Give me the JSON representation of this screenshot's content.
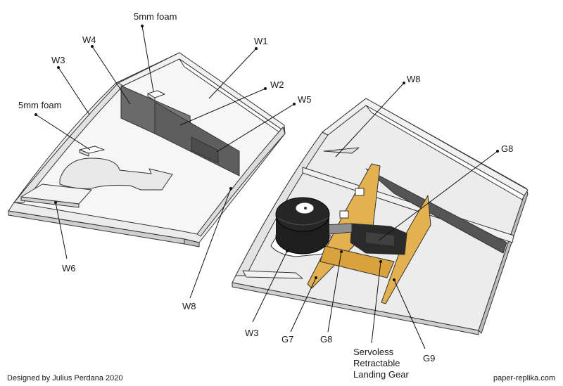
{
  "labels": {
    "foam_top": "5mm foam",
    "foam_left": "5mm foam",
    "w1": "W1",
    "w2": "W2",
    "w3_left": "W3",
    "w4": "W4",
    "w5": "W5",
    "w6": "W6",
    "w8_left": "W8",
    "w8_right": "W8",
    "g8_top": "G8",
    "g8_bottom": "G8",
    "w3_bottom": "W3",
    "g7": "G7",
    "g9": "G9",
    "gear_line1": "Servoless",
    "gear_line2": "Retractable",
    "gear_line3": "Landing Gear"
  },
  "footer": {
    "credit": "Designed by Julius Perdana 2020",
    "site": "paper-replika.com"
  },
  "colors": {
    "foam_white": "#f7f7f7",
    "wall_gray": "#6e6e6e",
    "wall_light": "#d8d8d8",
    "balsa": "#e0ac45",
    "wheel": "#1e1e1e"
  }
}
